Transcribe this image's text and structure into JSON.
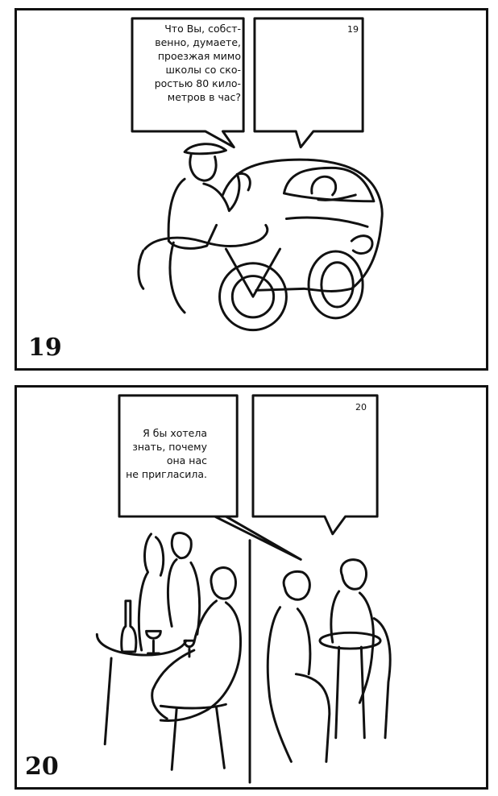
{
  "panels": [
    {
      "number": "19",
      "speech": "Что Вы, собст-\nвенно, думаете,\nпроезжая мимо\nшколы со ско-\nростью 80 кило-\nметров в час?",
      "empty_bubble_number": "19"
    },
    {
      "number": "20",
      "speech": "Я бы хотела\nзнать, почему\nона нас\nне пригласила.",
      "empty_bubble_number": "20"
    }
  ],
  "colors": {
    "ink": "#111111",
    "paper": "#ffffff"
  }
}
